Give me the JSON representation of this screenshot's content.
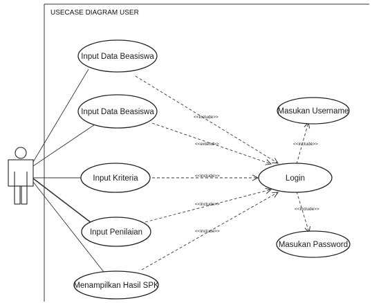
{
  "diagram": {
    "title": "USECASE DIAGRAM USER",
    "use_cases": [
      {
        "id": "input-data-beasiswa-1",
        "label": "Input Data Beasiswa"
      },
      {
        "id": "input-data-beasiswa-2",
        "label": "Input Data Beasiswa"
      },
      {
        "id": "input-kriteria",
        "label": "Input Kriteria"
      },
      {
        "id": "input-penilaian",
        "label": "Input Penilaian"
      },
      {
        "id": "menampilkan-hasil-spk",
        "label": "Menampilkan Hasil SPK"
      },
      {
        "id": "login",
        "label": "Login"
      },
      {
        "id": "masukan-username",
        "label": "Masukan Username"
      },
      {
        "id": "masukan-password",
        "label": "Masukan Password"
      }
    ],
    "relations": [
      {
        "from": "input-data-beasiswa-1",
        "to": "login",
        "label": "<<include>>"
      },
      {
        "from": "input-data-beasiswa-2",
        "to": "login",
        "label": "<<extend>>"
      },
      {
        "from": "input-kriteria",
        "to": "login",
        "label": "<<include>>"
      },
      {
        "from": "input-penilaian",
        "to": "login",
        "label": "<<include>>"
      },
      {
        "from": "menampilkan-hasil-spk",
        "to": "login",
        "label": "<<include>>"
      },
      {
        "from": "login",
        "to": "masukan-username",
        "label": "<<include>>"
      },
      {
        "from": "login",
        "to": "masukan-password",
        "label": "<<include>>"
      }
    ]
  }
}
